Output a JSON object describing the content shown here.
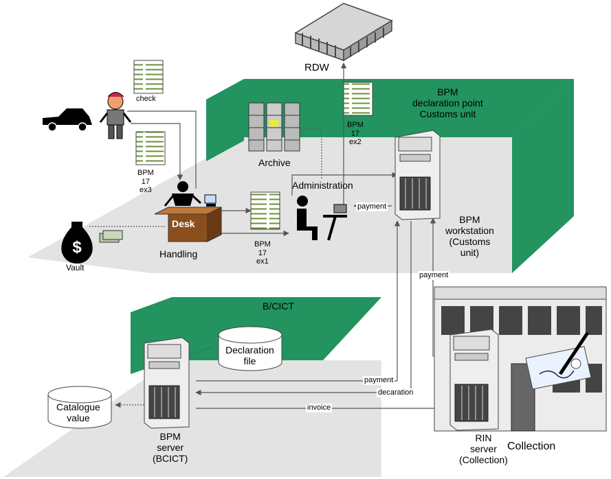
{
  "locations": {
    "rdw": "RDW",
    "bpm_declaration_point": "BPM\ndeclaration point\nCustoms unit",
    "archive": "Archive",
    "administration": "Administration",
    "handling": "Handling",
    "vault": "Vault",
    "b_cict": "B/CICT",
    "collection": "Collection"
  },
  "objects": {
    "desk": "Desk",
    "declaration_file": "Declaration\nfile",
    "catalogue_value": "Catalogue\nvalue"
  },
  "documents": {
    "check": "check",
    "bpm_ex1": "BPM\n17\nex1",
    "bpm_ex2": "BPM\n17\nex2",
    "bpm_ex3": "BPM\n17\nex3"
  },
  "servers": {
    "bpm_workstation": "BPM\nworkstation\n(Customs\nunit)",
    "bpm_server": "BPM\nserver\n(BCICT)",
    "rin_server": "RIN\nserver\n(Collection)"
  },
  "flows": {
    "payment_admin": "payment",
    "payment_right": "payment",
    "payment_bcict": "payment",
    "decaration": "decaration",
    "invoice": "invoice"
  },
  "colors": {
    "wall_green": "#23935f",
    "floor_gray": "#e3e3e3",
    "desk_brown": "#8b4f1d",
    "line": "#555555"
  }
}
